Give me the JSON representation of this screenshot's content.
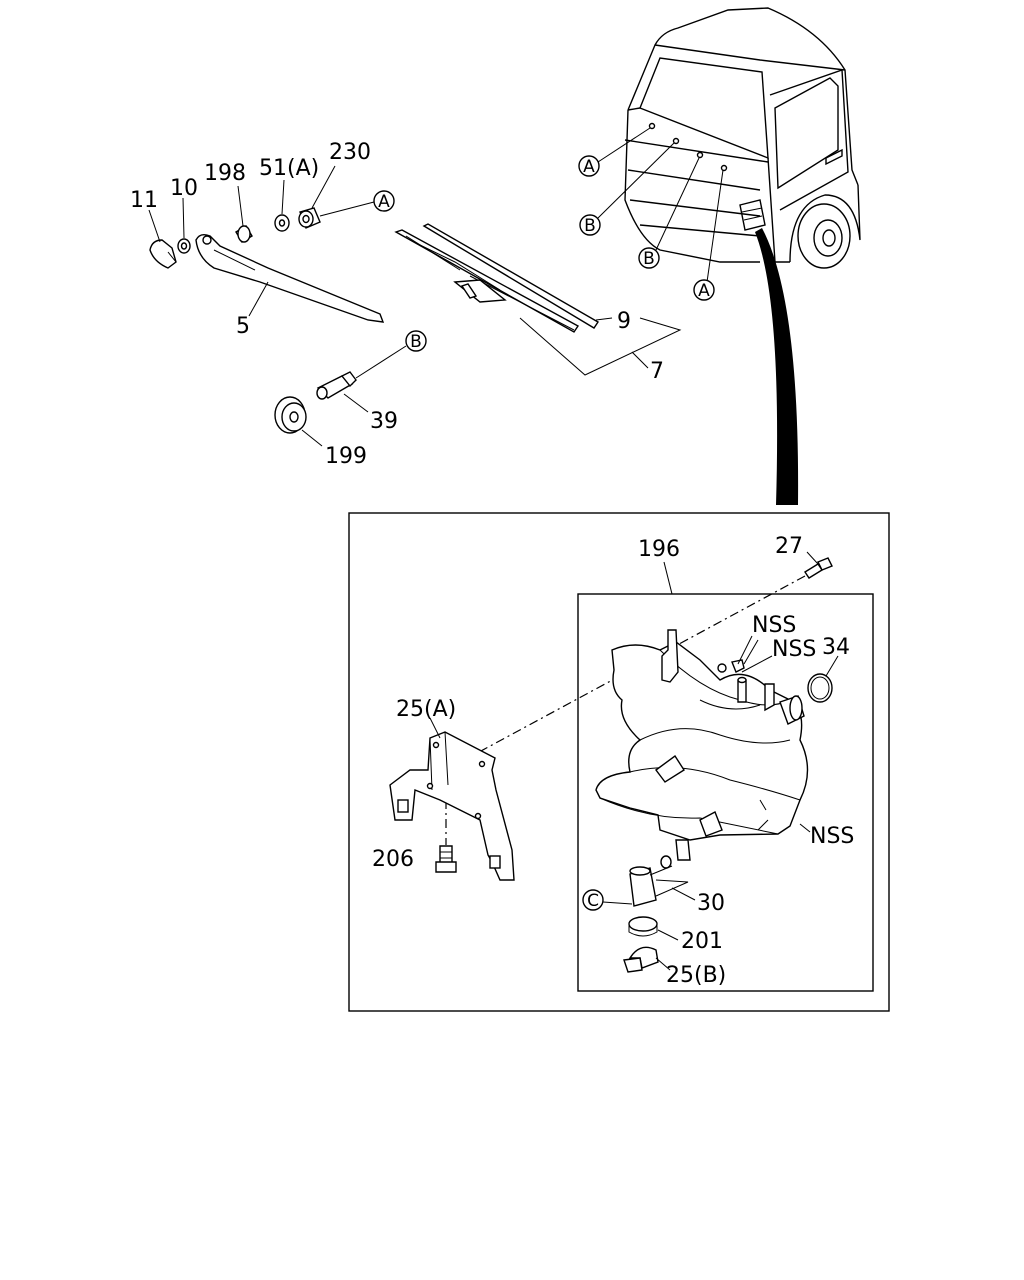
{
  "callouts": {
    "A": "A",
    "B": "B",
    "C": "C"
  },
  "parts": {
    "p11": "11",
    "p10": "10",
    "p198": "198",
    "p51a": "51(A)",
    "p230": "230",
    "p5": "5",
    "p9": "9",
    "p7": "7",
    "p39": "39",
    "p199": "199",
    "p196": "196",
    "p27": "27",
    "p25a": "25(A)",
    "p206": "206",
    "p34": "34",
    "p30": "30",
    "p201": "201",
    "p25b": "25(B)",
    "nss": "NSS"
  }
}
